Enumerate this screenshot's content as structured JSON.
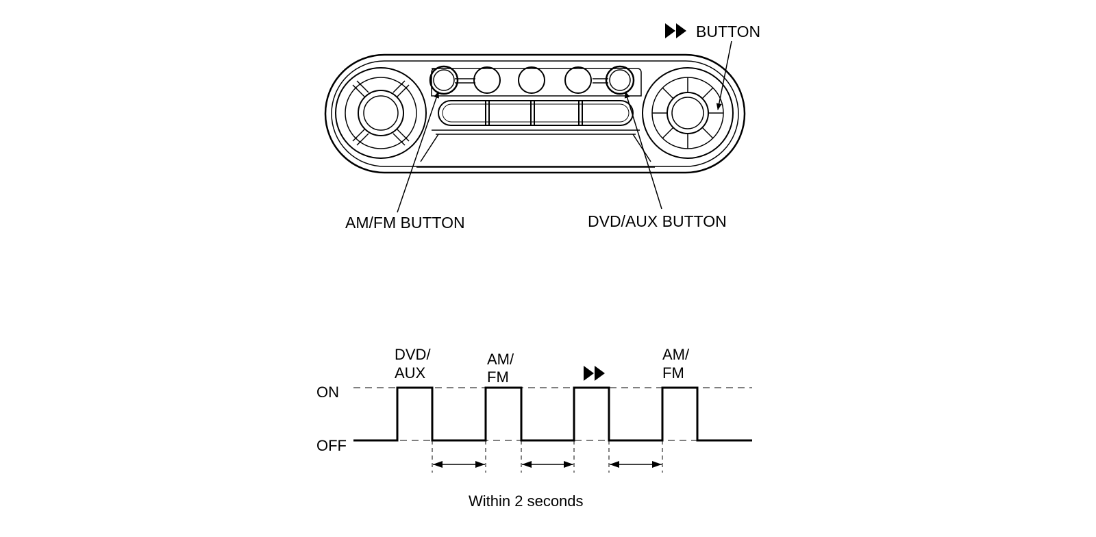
{
  "panel": {
    "ff_button_label": "BUTTON",
    "ff_symbol": "ff-triangles-icon",
    "amfm_button_label": "AM/FM BUTTON",
    "dvdaux_button_label": "DVD/AUX BUTTON"
  },
  "timing": {
    "on_label": "ON",
    "off_label": "OFF",
    "pulses": [
      {
        "lines": [
          "DVD/",
          "AUX"
        ],
        "icon": null
      },
      {
        "lines": [
          "AM/",
          "FM"
        ],
        "icon": null
      },
      {
        "lines": [],
        "icon": "ff-triangles-icon"
      },
      {
        "lines": [
          "AM/",
          "FM"
        ],
        "icon": null
      }
    ],
    "interval_caption": "Within 2 seconds"
  }
}
